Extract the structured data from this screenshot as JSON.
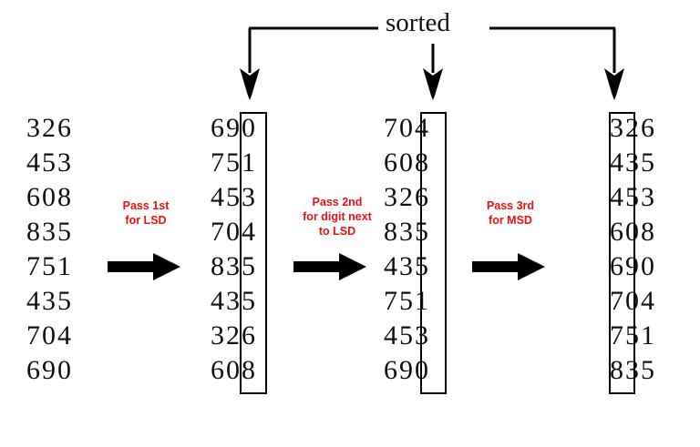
{
  "figure": {
    "title": "sorted",
    "type": "radix-sort-lsd-diagram",
    "accent_color": "#ee1111",
    "line_color": "#000000",
    "text_color": "#100f0f",
    "background": "#ffffff"
  },
  "columns": [
    {
      "name": "input-list",
      "boxed_digit_index": null,
      "values": [
        "326",
        "453",
        "608",
        "835",
        "751",
        "435",
        "704",
        "690"
      ]
    },
    {
      "name": "after-pass-1",
      "boxed_digit_index": 2,
      "values": [
        "690",
        "751",
        "453",
        "704",
        "835",
        "435",
        "326",
        "608"
      ]
    },
    {
      "name": "after-pass-2",
      "boxed_digit_index": 1,
      "values": [
        "704",
        "608",
        "326",
        "835",
        "435",
        "751",
        "453",
        "690"
      ]
    },
    {
      "name": "after-pass-3",
      "boxed_digit_index": 0,
      "values": [
        "326",
        "435",
        "453",
        "608",
        "690",
        "704",
        "751",
        "835"
      ]
    }
  ],
  "passes": [
    {
      "name": "pass-1",
      "lines": [
        "Pass 1st",
        "for LSD"
      ]
    },
    {
      "name": "pass-2",
      "lines": [
        "Pass 2nd",
        "for digit next",
        "to LSD"
      ]
    },
    {
      "name": "pass-3",
      "lines": [
        "Pass 3rd",
        "for MSD"
      ]
    }
  ],
  "sorted_bracket": {
    "label": "sorted",
    "targets": [
      "after-pass-1",
      "after-pass-2",
      "after-pass-3"
    ]
  }
}
